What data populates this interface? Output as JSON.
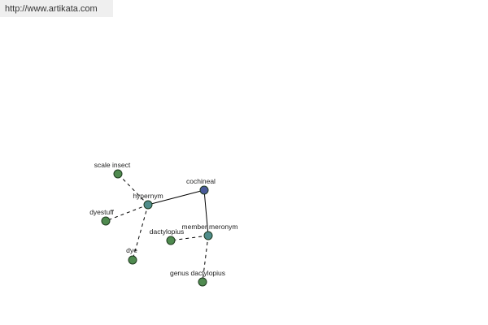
{
  "header": {
    "url_text": "http://www.artikata.com"
  },
  "graph": {
    "colors": {
      "root": "#4a5a9a",
      "relation": "#4f8c8a",
      "leaf": "#4f8a4f"
    },
    "nodes": [
      {
        "id": "cochineal",
        "label": "cochineal",
        "kind": "root"
      },
      {
        "id": "hypernym",
        "label": "hypernym",
        "kind": "relation"
      },
      {
        "id": "member-meronym",
        "label": "member meronym",
        "kind": "relation"
      },
      {
        "id": "scale-insect",
        "label": "scale insect",
        "kind": "leaf"
      },
      {
        "id": "dyestuff",
        "label": "dyestuff",
        "kind": "leaf"
      },
      {
        "id": "dye",
        "label": "dye",
        "kind": "leaf"
      },
      {
        "id": "dactylopius",
        "label": "dactylopius",
        "kind": "leaf"
      },
      {
        "id": "genus-dactylopius",
        "label": "genus dactylopius",
        "kind": "leaf"
      }
    ],
    "edges": [
      {
        "from": "cochineal",
        "to": "hypernym",
        "style": "solid"
      },
      {
        "from": "cochineal",
        "to": "member-meronym",
        "style": "solid"
      },
      {
        "from": "hypernym",
        "to": "scale-insect",
        "style": "dashed"
      },
      {
        "from": "hypernym",
        "to": "dyestuff",
        "style": "dashed"
      },
      {
        "from": "hypernym",
        "to": "dye",
        "style": "dashed"
      },
      {
        "from": "member-meronym",
        "to": "dactylopius",
        "style": "dashed"
      },
      {
        "from": "member-meronym",
        "to": "genus-dactylopius",
        "style": "dashed"
      }
    ]
  }
}
